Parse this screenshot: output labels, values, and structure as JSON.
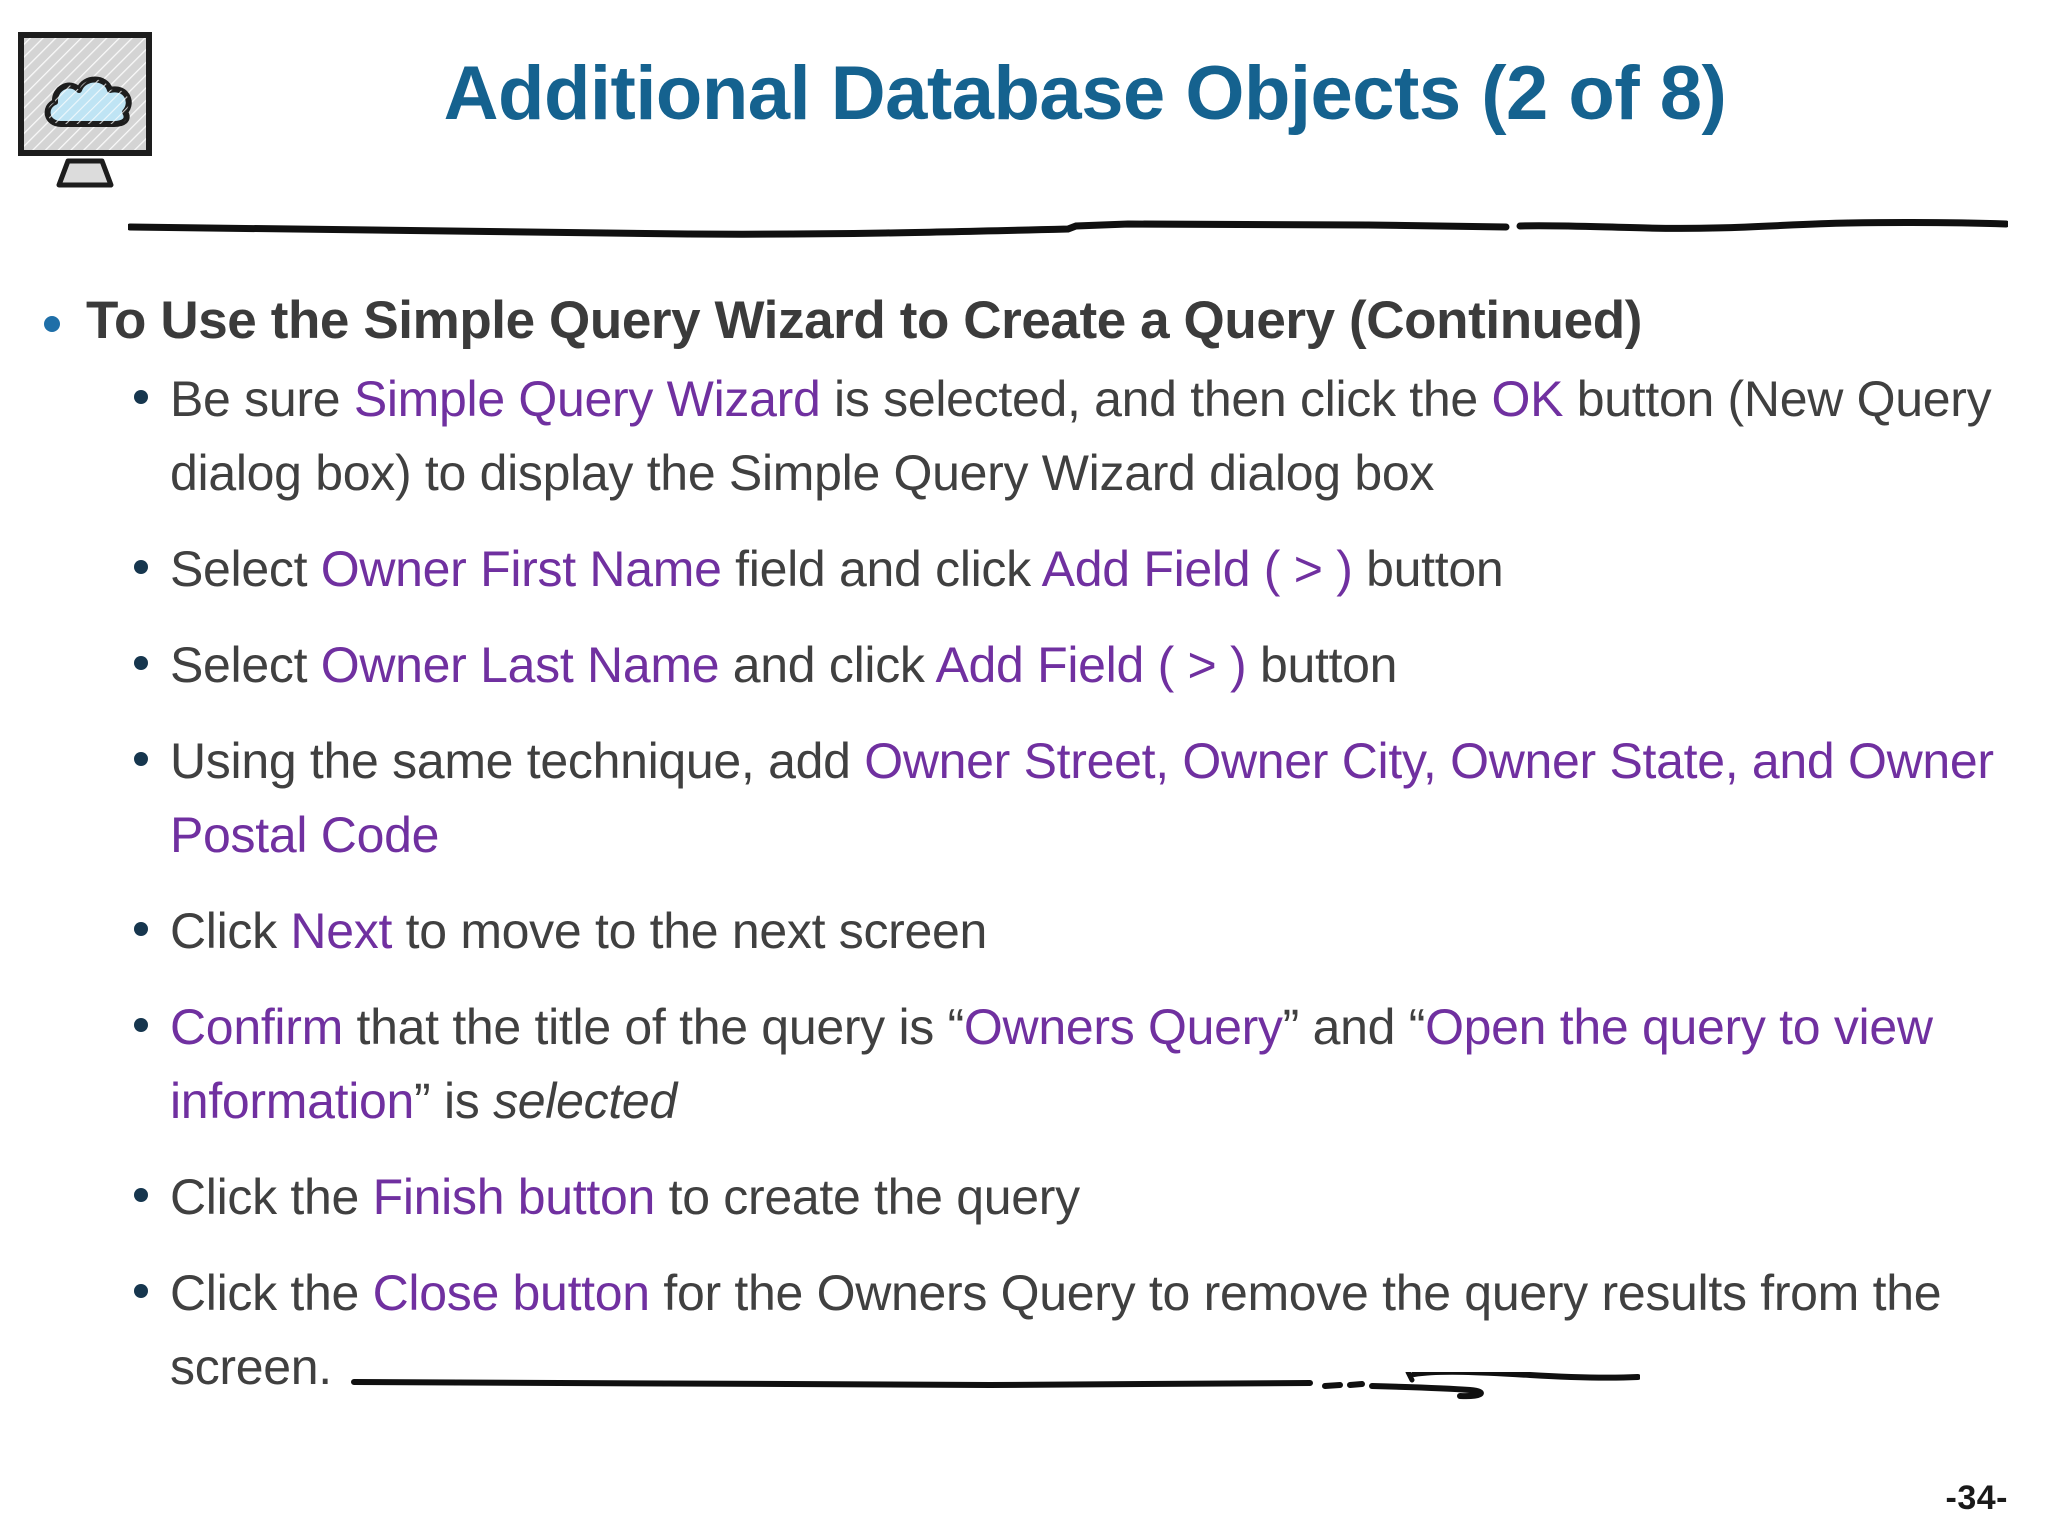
{
  "slide": {
    "title": "Additional Database Objects (2 of 8)",
    "page_number": "-34-",
    "title_color": "#15628F",
    "body_color": "#404040",
    "highlight_color": "#7030A0",
    "bullet1_color": "#1F6FA8",
    "bullet2_color": "#16364E"
  },
  "logo": {
    "icon_name": "cloud-monitor-icon",
    "screen_fill": "#d4d4d4",
    "cloud_fill": "#bfe4f4"
  },
  "content": {
    "heading": "To Use the Simple Query Wizard to Create a Query (Continued)",
    "bullets": [
      {
        "id": "bullet-be-sure",
        "parts": [
          {
            "t": "Be sure ",
            "style": "plain"
          },
          {
            "t": "Simple Query Wizard",
            "style": "highlight"
          },
          {
            "t": " is selected, and then click the ",
            "style": "plain"
          },
          {
            "t": "OK",
            "style": "highlight"
          },
          {
            "t": " button (New Query dialog box) to display the Simple Query Wizard dialog box",
            "style": "plain"
          }
        ]
      },
      {
        "id": "bullet-owner-first-name",
        "parts": [
          {
            "t": "Select ",
            "style": "plain"
          },
          {
            "t": "Owner First Name",
            "style": "highlight"
          },
          {
            "t": " field and click ",
            "style": "plain"
          },
          {
            "t": "Add Field ( > )",
            "style": "highlight"
          },
          {
            "t": " button",
            "style": "plain"
          }
        ]
      },
      {
        "id": "bullet-owner-last-name",
        "parts": [
          {
            "t": "Select ",
            "style": "plain"
          },
          {
            "t": "Owner Last Name",
            "style": "highlight"
          },
          {
            "t": " and click ",
            "style": "plain"
          },
          {
            "t": "Add Field ( > )",
            "style": "highlight"
          },
          {
            "t": " button",
            "style": "plain"
          }
        ]
      },
      {
        "id": "bullet-same-technique",
        "parts": [
          {
            "t": "Using the same technique, add ",
            "style": "plain"
          },
          {
            "t": "Owner Street, Owner City, Owner State, and Owner Postal Code",
            "style": "highlight"
          }
        ]
      },
      {
        "id": "bullet-click-next",
        "parts": [
          {
            "t": "Click ",
            "style": "plain"
          },
          {
            "t": "Next",
            "style": "highlight"
          },
          {
            "t": " to move to the next screen",
            "style": "plain"
          }
        ]
      },
      {
        "id": "bullet-confirm-title",
        "parts": [
          {
            "t": "Confirm",
            "style": "highlight"
          },
          {
            "t": " that the title of the query is “",
            "style": "plain"
          },
          {
            "t": "Owners Query",
            "style": "highlight"
          },
          {
            "t": "” and “",
            "style": "plain"
          },
          {
            "t": "Open the query to view information",
            "style": "highlight"
          },
          {
            "t": "” is ",
            "style": "plain"
          },
          {
            "t": "selected",
            "style": "italic"
          }
        ]
      },
      {
        "id": "bullet-finish-button",
        "parts": [
          {
            "t": "Click the ",
            "style": "plain"
          },
          {
            "t": "Finish button",
            "style": "highlight"
          },
          {
            "t": " to create the query",
            "style": "plain"
          }
        ]
      },
      {
        "id": "bullet-close-button",
        "parts": [
          {
            "t": "Click the ",
            "style": "plain"
          },
          {
            "t": "Close button",
            "style": "highlight"
          },
          {
            "t": " for the Owners Query to remove the query results from the screen.",
            "style": "plain"
          }
        ]
      }
    ]
  }
}
